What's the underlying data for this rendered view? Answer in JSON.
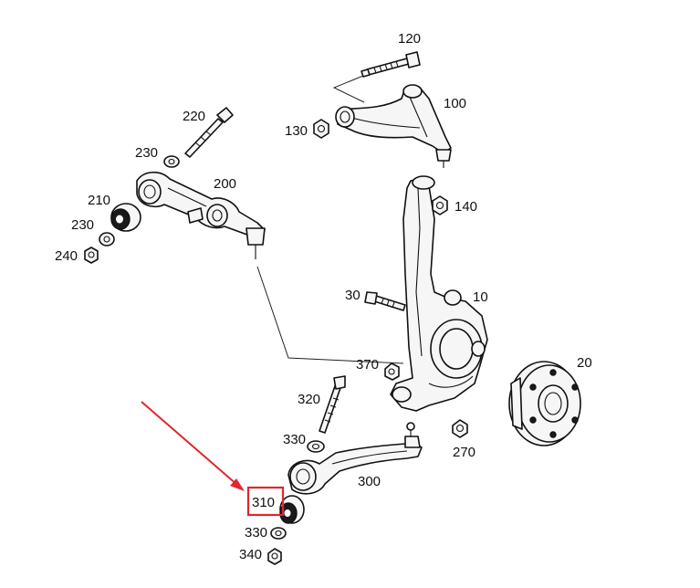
{
  "labels": {
    "p10": "10",
    "p20": "20",
    "p30": "30",
    "p100": "100",
    "p120": "120",
    "p130": "130",
    "p140": "140",
    "p200": "200",
    "p210": "210",
    "p220": "220",
    "p230a": "230",
    "p230b": "230",
    "p240": "240",
    "p270": "270",
    "p300": "300",
    "p310": "310",
    "p320": "320",
    "p330a": "330",
    "p330b": "330",
    "p340": "340",
    "p370": "370"
  },
  "highlight": {
    "part": "310",
    "color": "#e0262e"
  },
  "colors": {
    "line": "#111111",
    "fill": "#f6f6f6",
    "bushing": "#1a1a1a"
  }
}
